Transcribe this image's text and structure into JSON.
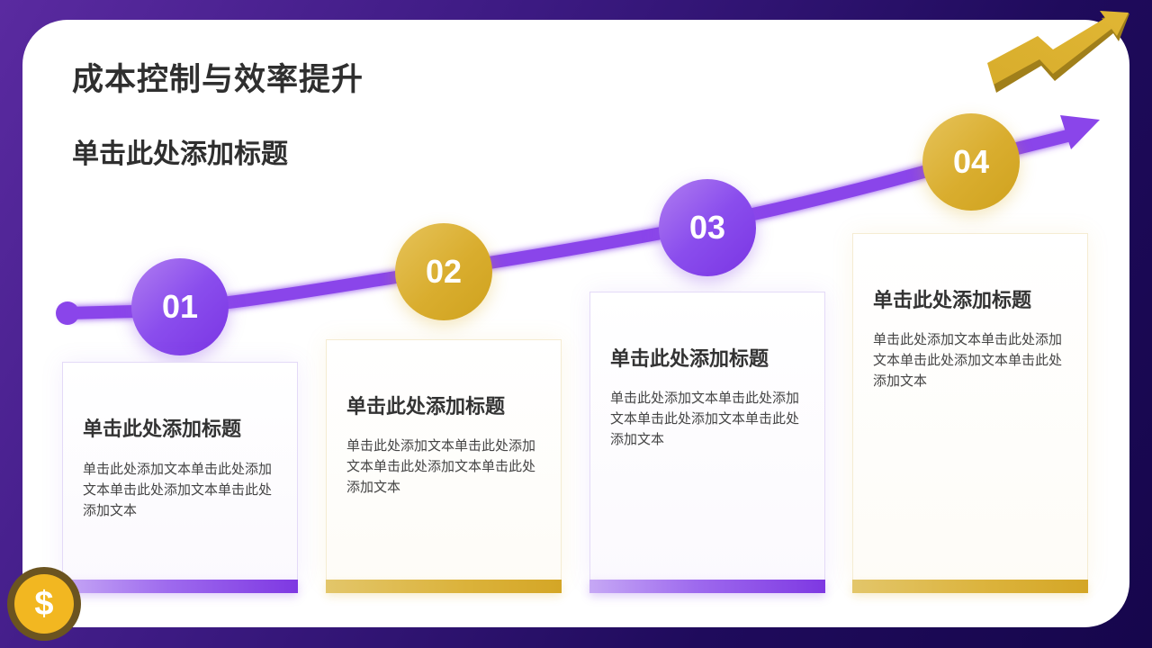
{
  "slide": {
    "title": "成本控制与效率提升",
    "subtitle": "单击此处添加标题"
  },
  "colors": {
    "purple": "#8a4ded",
    "gold": "#d9ad2e",
    "background_dark": "#1f0b5c",
    "text": "#2f2f2f"
  },
  "steps": [
    {
      "number": "01",
      "color": "purple",
      "title": "单击此处添加标题",
      "body": "单击此处添加文本单击此处添加文本单击此处添加文本单击此处添加文本"
    },
    {
      "number": "02",
      "color": "gold",
      "title": "单击此处添加标题",
      "body": "单击此处添加文本单击此处添加文本单击此处添加文本单击此处添加文本"
    },
    {
      "number": "03",
      "color": "purple",
      "title": "单击此处添加标题",
      "body": "单击此处添加文本单击此处添加文本单击此处添加文本单击此处添加文本"
    },
    {
      "number": "04",
      "color": "gold",
      "title": "单击此处添加标题",
      "body": "单击此处添加文本单击此处添加文本单击此处添加文本单击此处添加文本"
    }
  ],
  "icons": {
    "trend_arrow": "zigzag-up-arrow-icon",
    "coin": "$"
  }
}
